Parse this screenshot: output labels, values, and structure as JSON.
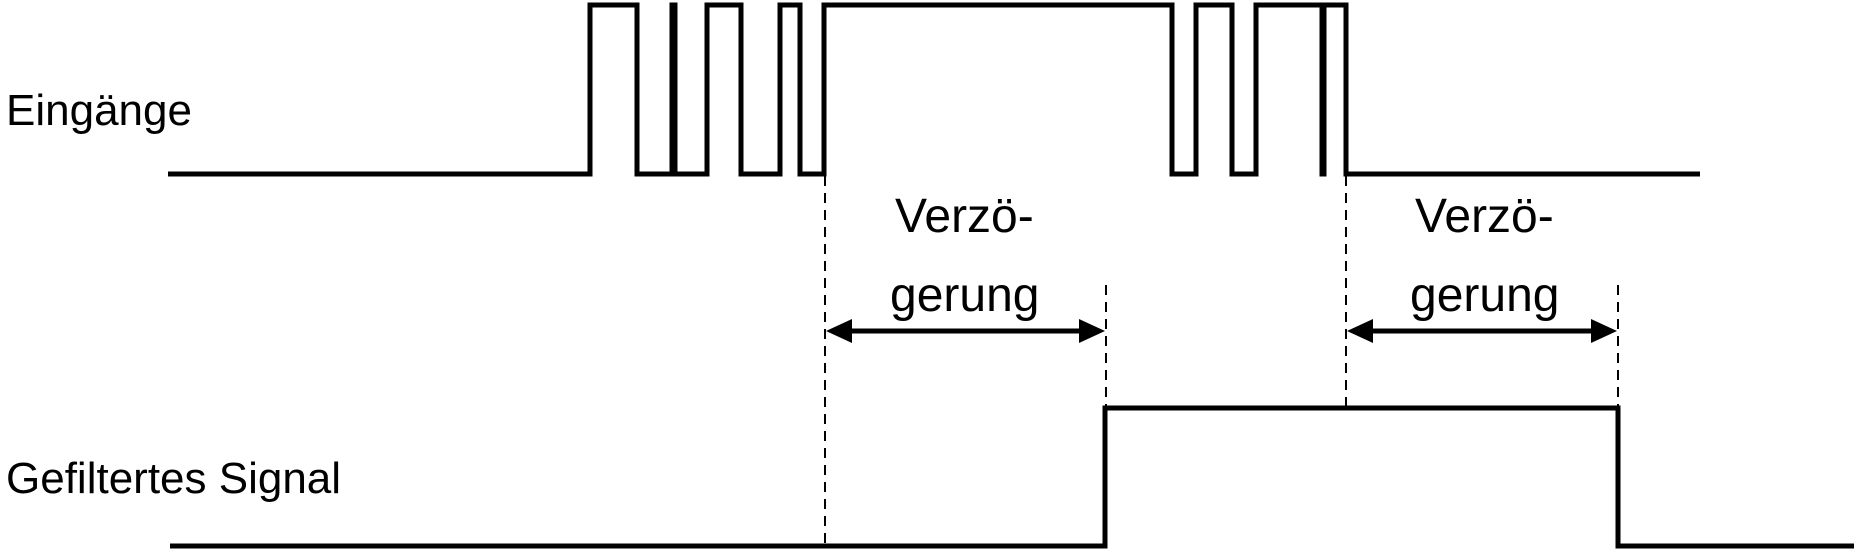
{
  "labels": {
    "inputs": "Eingänge",
    "filtered": "Gefiltertes Signal"
  },
  "delays": [
    {
      "line1": "Verzö-",
      "line2": "gerung"
    },
    {
      "line1": "Verzö-",
      "line2": "gerung"
    }
  ]
}
